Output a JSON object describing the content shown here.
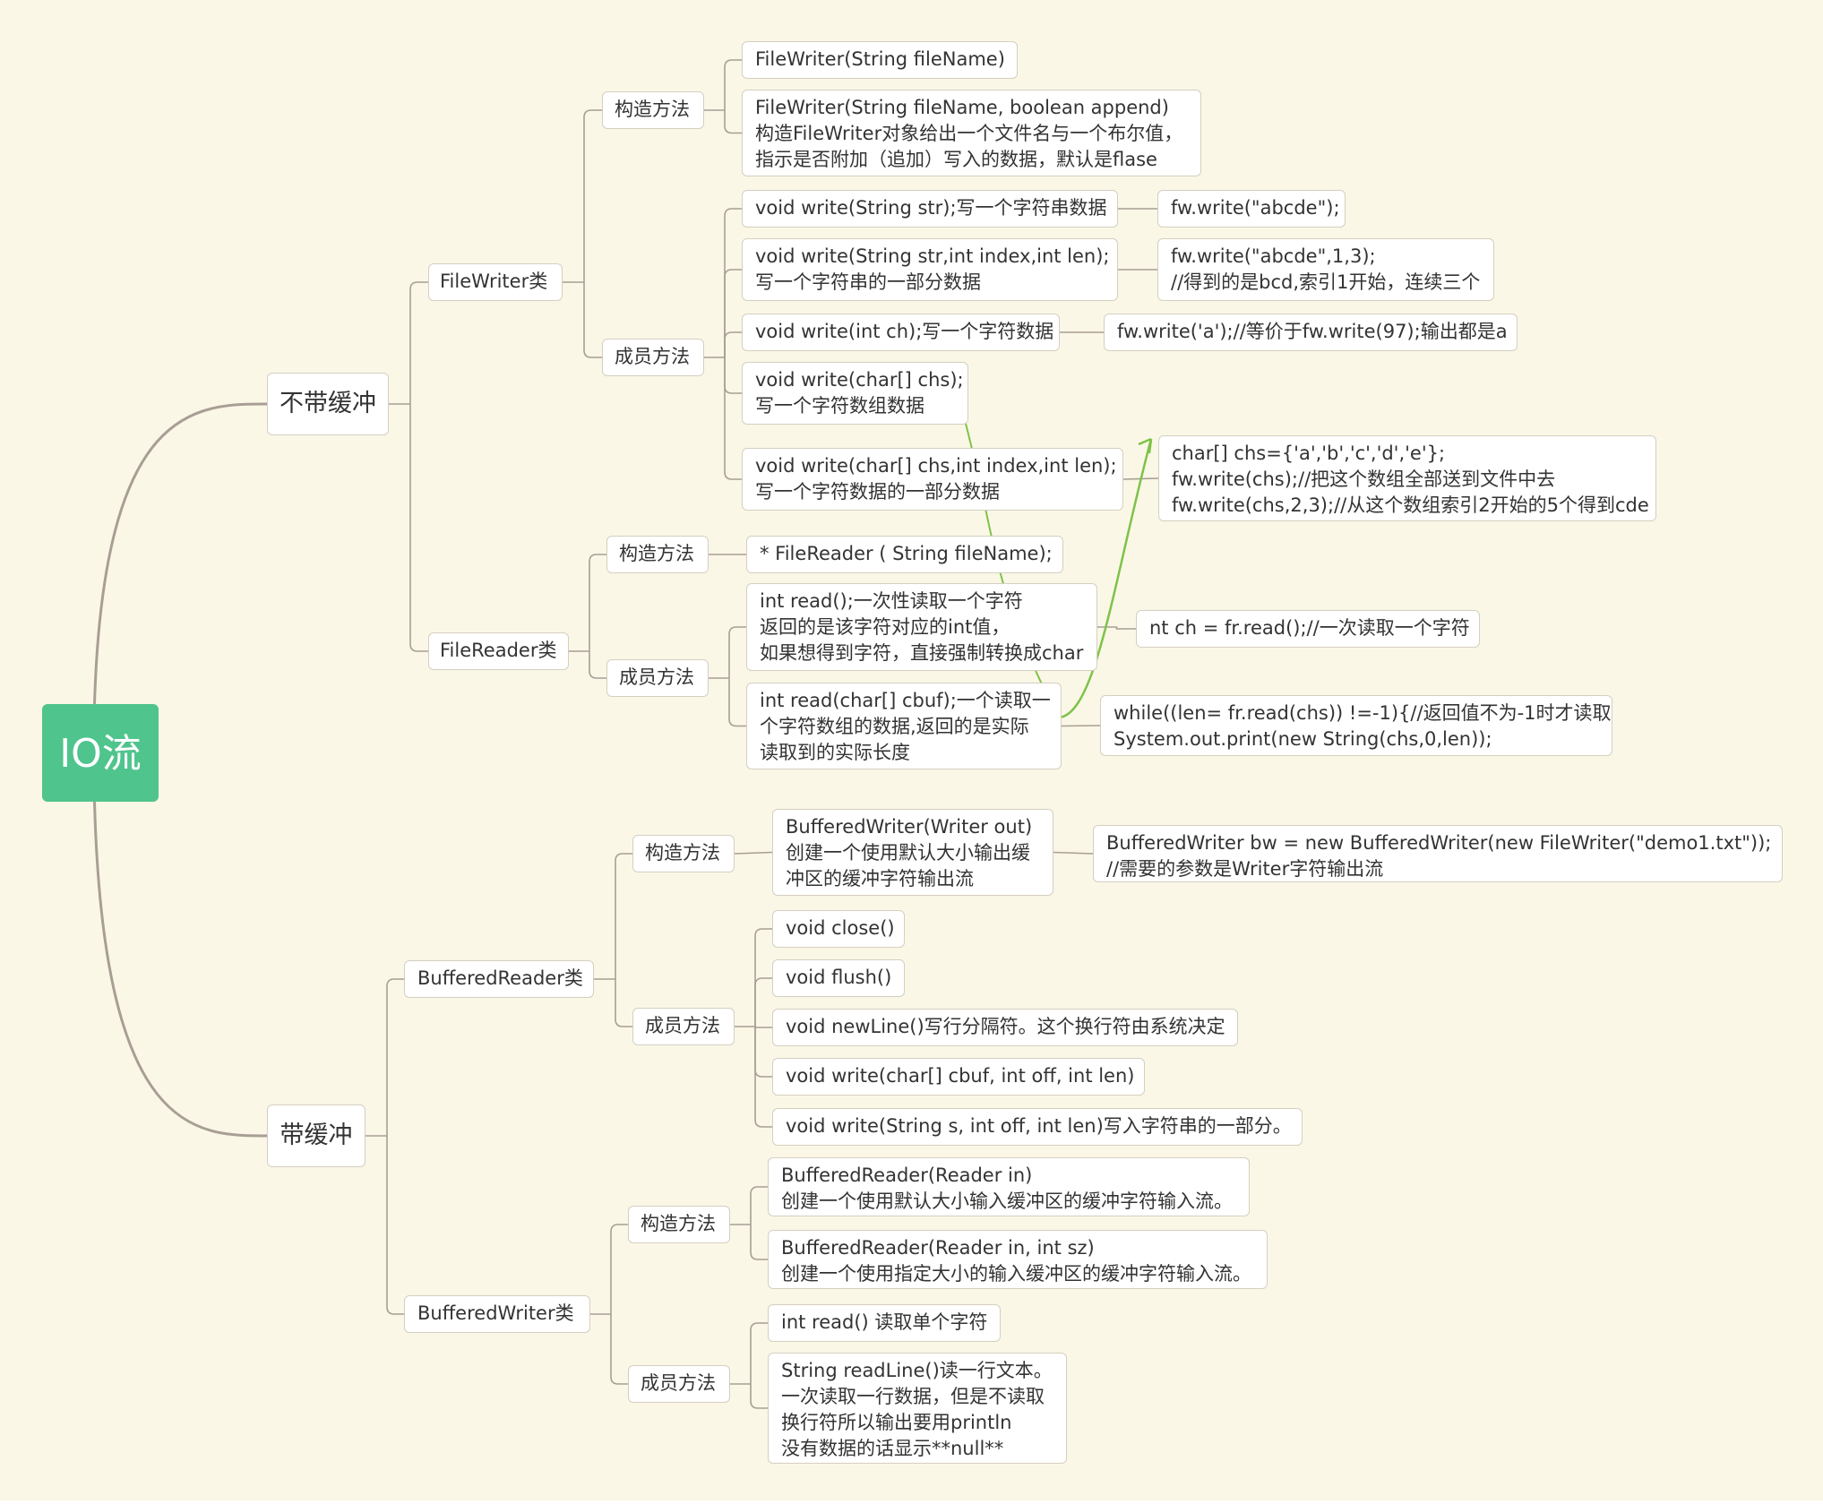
{
  "diagram": {
    "root": {
      "label": "IO流"
    },
    "colors": {
      "accent": "#4fc48d",
      "connector": "#a89e95",
      "highlight_arrow": "#7dc34a",
      "background": "#fbf7e6"
    },
    "nodes": {
      "n_nobuf": "不带缓冲",
      "n_buf": "带缓冲",
      "n_fw": "FileWriter类",
      "n_fr": "FileReader类",
      "n_bw_cat": "BufferedReader类",
      "n_br_cat": "BufferedWriter类",
      "n_fw_ctor": "构造方法",
      "n_fw_mem": "成员方法",
      "n_fr_ctor": "构造方法",
      "n_fr_mem": "成员方法",
      "n_bw_ctor": "构造方法",
      "n_bw_mem": "成员方法",
      "n_br_ctor": "构造方法",
      "n_br_mem": "成员方法",
      "n_fw_c1": "FileWriter(String fileName)",
      "n_fw_c2": "FileWriter(String fileName, boolean append)\n构造FileWriter对象给出一个文件名与一个布尔值，\n指示是否附加（追加）写入的数据，默认是flase",
      "n_fw_m1": "void write(String str);写一个字符串数据",
      "n_fw_m2": "void write(String str,int index,int len);\n写一个字符串的一部分数据",
      "n_fw_m3": "void write(int ch);写一个字符数据",
      "n_fw_m4": "void write(char[] chs);\n写一个字符数组数据",
      "n_fw_m5": "void write(char[] chs,int index,int len);\n写一个字符数据的一部分数据",
      "n_fw_m1_ex": "fw.write(\"abcde\");",
      "n_fw_m2_ex": "fw.write(\"abcde\",1,3);\n//得到的是bcd,索引1开始，连续三个",
      "n_fw_m3_ex": "fw.write('a');//等价于fw.write(97);输出都是a",
      "n_fw_m45_ex": "char[] chs={'a','b','c','d','e'};\nfw.write(chs);//把这个数组全部送到文件中去\nfw.write(chs,2,3);//从这个数组索引2开始的5个得到cde",
      "n_fr_c1": "* FileReader ( String fileName);",
      "n_fr_m1": "int read();一次性读取一个字符\n返回的是该字符对应的int值，\n如果想得到字符，直接强制转换成char",
      "n_fr_m2": "int read(char[] cbuf);一个读取一\n个字符数组的数据,返回的是实际\n读取到的实际长度",
      "n_fr_m1_ex": "nt ch = fr.read();//一次读取一个字符",
      "n_fr_m2_ex": "while((len= fr.read(chs)) !=-1){//返回值不为-1时才读取\nSystem.out.print(new String(chs,0,len));",
      "n_bw_c1": "BufferedWriter(Writer out)\n创建一个使用默认大小输出缓\n冲区的缓冲字符输出流",
      "n_bw_c1_ex": "BufferedWriter bw = new BufferedWriter(new FileWriter(\"demo1.txt\"));\n//需要的参数是Writer字符输出流",
      "n_bw_m1": "void close()",
      "n_bw_m2": "void flush()",
      "n_bw_m3": "void newLine()写行分隔符。这个换行符由系统决定",
      "n_bw_m4": "void write(char[] cbuf, int off, int len)",
      "n_bw_m5": "void write(String s, int off, int len)写入字符串的一部分。",
      "n_br_c1": "BufferedReader(Reader in)\n创建一个使用默认大小输入缓冲区的缓冲字符输入流。",
      "n_br_c2": "BufferedReader(Reader in, int sz)\n创建一个使用指定大小的输入缓冲区的缓冲字符输入流。",
      "n_br_m1": "int read() 读取单个字符",
      "n_br_m2": "String readLine()读一行文本。\n一次读取一行数据，但是不读取\n换行符所以输出要用println\n没有数据的话显示**null**"
    }
  }
}
